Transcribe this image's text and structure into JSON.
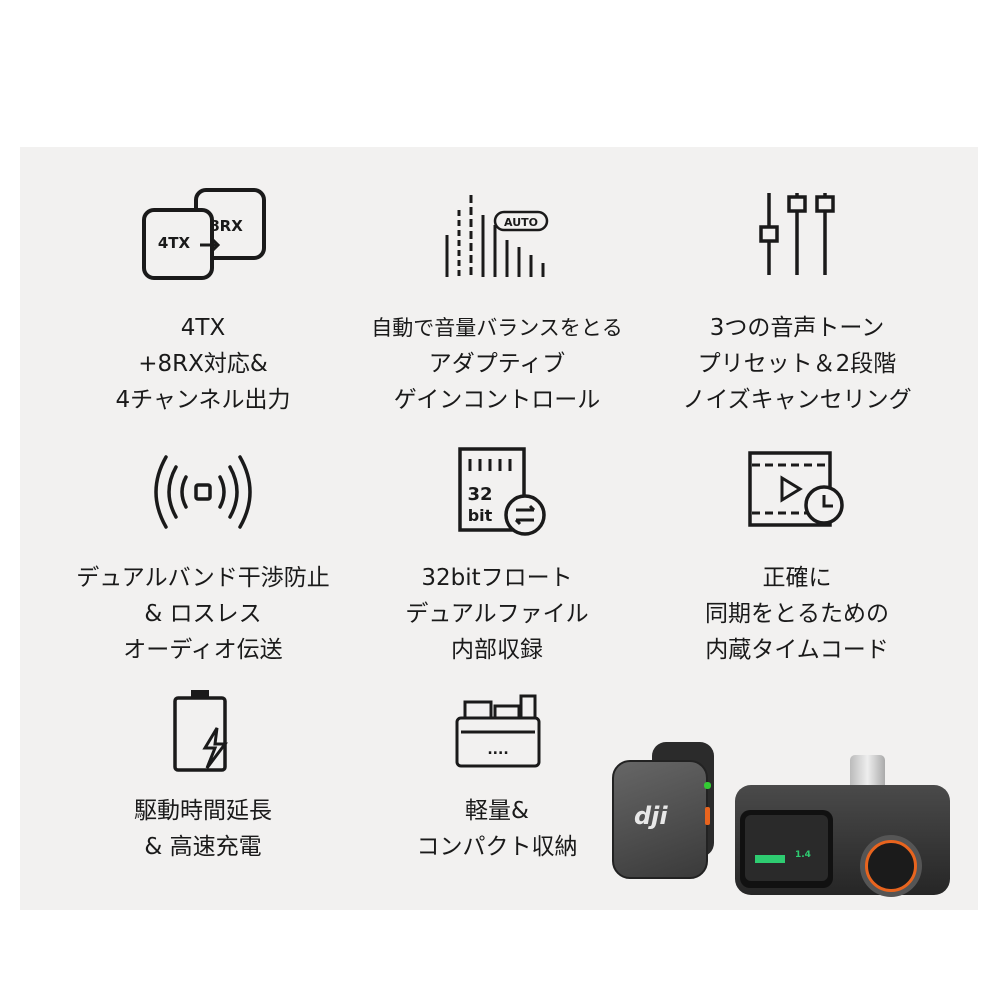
{
  "features": [
    {
      "id": "4tx",
      "icon": "4tx-8rx-icon",
      "icon_text": [
        "4TX",
        "8RX"
      ],
      "lines": [
        "4TX",
        "+8RX対応&",
        "4チャンネル出力"
      ]
    },
    {
      "id": "agc",
      "icon": "auto-gain-icon",
      "icon_text": [
        "AUTO"
      ],
      "lines": [
        "自動で音量バランスをとる",
        "アダプティブ",
        "ゲインコントロール"
      ]
    },
    {
      "id": "tone",
      "icon": "equalizer-sliders-icon",
      "lines": [
        "3つの音声トーン",
        "プリセット＆2段階",
        "ノイズキャンセリング"
      ]
    },
    {
      "id": "dualband",
      "icon": "wireless-signal-icon",
      "lines": [
        "デュアルバンド干渉防止",
        "& ロスレス",
        "オーディオ伝送"
      ]
    },
    {
      "id": "32bit",
      "icon": "sd-card-32bit-icon",
      "icon_text": [
        "32",
        "bit"
      ],
      "lines": [
        "32bitフロート",
        "デュアルファイル",
        "内部収録"
      ]
    },
    {
      "id": "timecode",
      "icon": "video-timecode-icon",
      "lines": [
        "正確に",
        "同期をとるための",
        "内蔵タイムコード"
      ]
    },
    {
      "id": "battery",
      "icon": "battery-charging-icon",
      "lines": [
        "駆動時間延長",
        "& 高速充電"
      ]
    },
    {
      "id": "compact",
      "icon": "charging-case-icon",
      "icon_text": [
        "...."
      ],
      "lines": [
        "軽量&",
        "コンパクト収納"
      ]
    }
  ],
  "product": {
    "logo": "dji",
    "screen_value": "1.4"
  },
  "colors": {
    "panel": "#f2f1f0",
    "accent_orange": "#e8641e",
    "screen_green": "#2ecc71"
  }
}
